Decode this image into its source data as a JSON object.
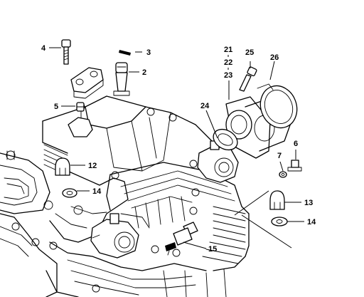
{
  "diagram": {
    "callouts": {
      "c2": "2",
      "c3": "3",
      "c4": "4",
      "c5": "5",
      "c6": "6",
      "c7": "7",
      "c12": "12",
      "c13": "13",
      "c14a": "14",
      "c14b": "14",
      "c15": "15",
      "c21": "21",
      "c22": "22",
      "c23": "23",
      "c24": "24",
      "c25": "25",
      "c26": "26"
    }
  }
}
